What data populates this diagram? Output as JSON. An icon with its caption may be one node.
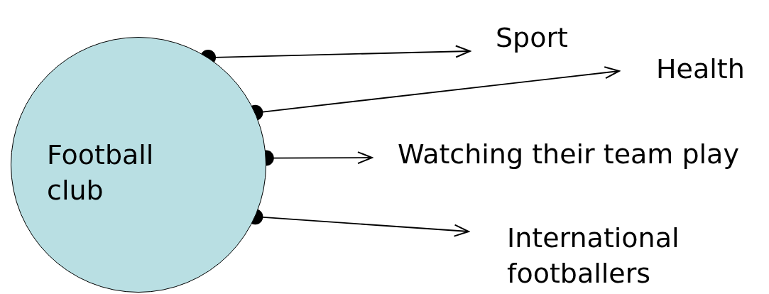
{
  "diagram": {
    "nodes": [
      {
        "text": [
          "Football club"
        ]
      },
      {
        "text": [
          "Sport"
        ]
      },
      {
        "text": [
          "Health"
        ]
      },
      {
        "text": [
          "Watching their team play"
        ]
      },
      {
        "text": [
          "International footballers"
        ]
      }
    ],
    "edges": [
      {
        "from": 0,
        "to": 1,
        "arrow": "to"
      },
      {
        "from": 0,
        "to": 2,
        "arrow": "to"
      },
      {
        "from": 0,
        "to": 3,
        "arrow": "to"
      },
      {
        "from": 0,
        "to": 4,
        "arrow": "to"
      }
    ]
  }
}
